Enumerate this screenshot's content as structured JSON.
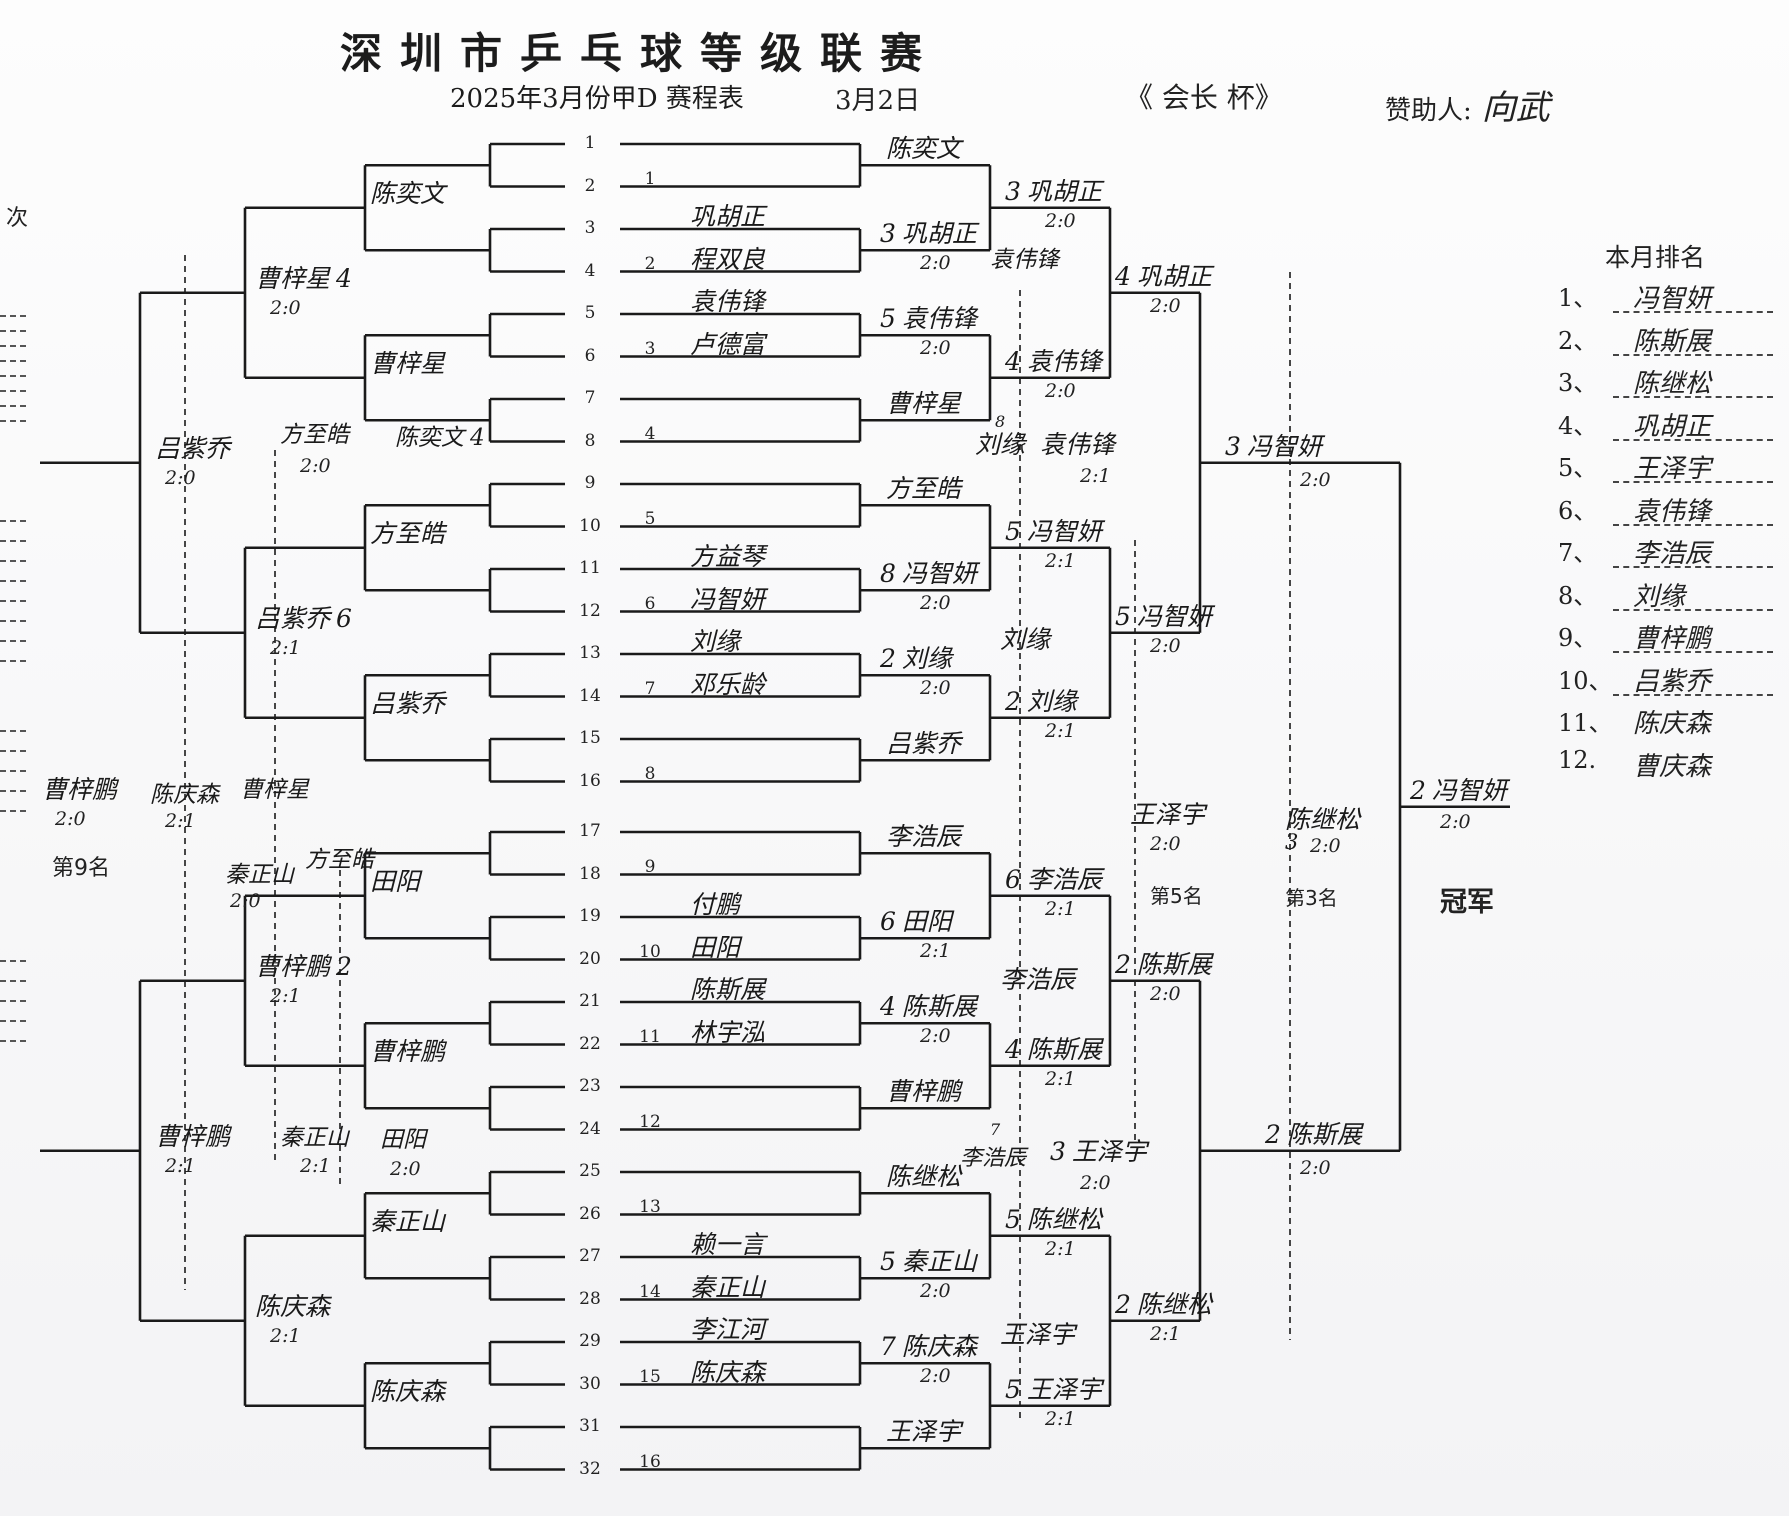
{
  "title": "深圳市乒乓球等级联赛",
  "subtitle": "2025年3月份甲D 赛程表",
  "date": "3月2日",
  "cup": "《 会长   杯》",
  "sponsor_label": "赞助人:",
  "sponsor_name": "向武",
  "side_char": "次",
  "slot_numbers": [
    "1",
    "2",
    "3",
    "4",
    "5",
    "6",
    "7",
    "8",
    "9",
    "10",
    "11",
    "12",
    "13",
    "14",
    "15",
    "16",
    "17",
    "18",
    "19",
    "20",
    "21",
    "22",
    "23",
    "24",
    "25",
    "26",
    "27",
    "28",
    "29",
    "30",
    "31",
    "32"
  ],
  "seeds": [
    "1",
    "2",
    "3",
    "4",
    "5",
    "6",
    "7",
    "8",
    "9",
    "10",
    "11",
    "12",
    "13",
    "14",
    "15",
    "16"
  ],
  "entrants": {
    "slot3": "巩胡正",
    "slot4": "程双良",
    "slot5": "袁伟锋",
    "slot6": "卢德富",
    "slot11": "方益琴",
    "slot12": "冯智妍",
    "slot13": "刘缘",
    "slot14": "邓乐龄",
    "slot19": "付鹏",
    "slot20": "田阳",
    "slot21": "陈斯展",
    "slot22": "林宇泓",
    "slot27": "赖一言",
    "slot28": "秦正山",
    "slot29": "李江河",
    "slot30": "陈庆森"
  },
  "right_bracket": {
    "r1": [
      {
        "name": "陈奕文",
        "seed": ""
      },
      {
        "name": "巩胡正",
        "seed": "3",
        "score": "2:0"
      },
      {
        "name": "袁伟锋",
        "seed": "5",
        "score": "2:0"
      },
      {
        "name": "曹梓星",
        "seed": ""
      },
      {
        "name": "方至皓",
        "seed": ""
      },
      {
        "name": "冯智妍",
        "seed": "8",
        "score": "2:0"
      },
      {
        "name": "刘缘",
        "seed": "2",
        "score": "2:0"
      },
      {
        "name": "吕紫乔",
        "seed": ""
      },
      {
        "name": "李浩辰",
        "seed": ""
      },
      {
        "name": "田阳",
        "seed": "6",
        "score": "2:1"
      },
      {
        "name": "陈斯展",
        "seed": "4",
        "score": "2:0"
      },
      {
        "name": "曹梓鹏",
        "seed": ""
      },
      {
        "name": "陈继松",
        "seed": ""
      },
      {
        "name": "秦正山",
        "seed": "5",
        "score": "2:0"
      },
      {
        "name": "陈庆森",
        "seed": "7",
        "score": "2:0"
      },
      {
        "name": "王泽宇",
        "seed": ""
      }
    ],
    "r2": [
      {
        "name": "巩胡正",
        "seed": "3",
        "score": "2:0"
      },
      {
        "name": "袁伟锋",
        "seed": "4",
        "score": "2:0"
      },
      {
        "name": "冯智妍",
        "seed": "5",
        "score": "2:1"
      },
      {
        "name": "刘缘",
        "seed": "2",
        "score": "2:1"
      },
      {
        "name": "李浩辰",
        "seed": "6",
        "score": "2:1"
      },
      {
        "name": "陈斯展",
        "seed": "4",
        "score": "2:1"
      },
      {
        "name": "陈继松",
        "seed": "5",
        "score": "2:1"
      },
      {
        "name": "王泽宇",
        "seed": "5",
        "score": "2:1"
      }
    ],
    "r3": [
      {
        "name": "巩胡正",
        "seed": "4",
        "score": "2:0"
      },
      {
        "name": "冯智妍",
        "seed": "5",
        "score": "2:0"
      },
      {
        "name": "陈斯展",
        "seed": "2",
        "score": "2:0"
      },
      {
        "name": "陈继松",
        "seed": "2",
        "score": "2:1"
      }
    ],
    "r4": [
      {
        "name": "冯智妍",
        "seed": "3",
        "score": "2:0"
      },
      {
        "name": "陈斯展",
        "seed": "2",
        "score": "2:0"
      }
    ],
    "final": {
      "name": "冯智妍",
      "seed": "2",
      "score": "2:0"
    },
    "champion_label": "冠军",
    "sf_losers": [
      {
        "name": "陈继松",
        "seed": "3",
        "score": "2:0"
      }
    ],
    "third_label": "第3名",
    "qf_losers": [
      {
        "name": "袁伟锋",
        "score": "2:1"
      },
      {
        "name": "王泽宇",
        "score": "2:0"
      }
    ],
    "fifth_label": "第5名",
    "r2_losers": [
      {
        "name": "袁伟锋",
        "mark": ""
      },
      {
        "name": "刘缘",
        "mark": "8"
      },
      {
        "name": "刘缘",
        "mark": ""
      },
      {
        "name": "李浩辰",
        "mark": ""
      },
      {
        "name": "李浩辰",
        "mark": "7"
      },
      {
        "name": "王泽宇",
        "mark": ""
      }
    ],
    "extra": [
      {
        "name": "王泽宇",
        "seed": "3",
        "score": "2:0"
      },
      {
        "name": "曹梓星",
        "seed": "",
        "score": ""
      }
    ]
  },
  "left_bracket": {
    "r1": [
      {
        "name": "陈奕文",
        "seed": ""
      },
      {
        "name": "曹梓星",
        "seed": ""
      },
      {
        "name": "方至皓",
        "seed": ""
      },
      {
        "name": "吕紫乔",
        "seed": ""
      },
      {
        "name": "田阳",
        "seed": ""
      },
      {
        "name": "曹梓鹏",
        "seed": ""
      },
      {
        "name": "秦正山",
        "seed": ""
      },
      {
        "name": "陈庆森",
        "seed": ""
      }
    ],
    "r2": [
      {
        "name": "曹梓星",
        "seed": "4",
        "score": "2:0"
      },
      {
        "name": "吕紫乔",
        "seed": "6",
        "score": "2:1"
      },
      {
        "name": "曹梓鹏",
        "seed": "2",
        "score": "2:1"
      },
      {
        "name": "陈庆森",
        "seed": "",
        "score": "2:1"
      }
    ],
    "r3": [
      {
        "name": "吕紫乔",
        "score": "2:0"
      },
      {
        "name": "曹梓鹏",
        "score": "2:1"
      }
    ],
    "ninth": {
      "name": "曹梓鹏",
      "score": "2:0"
    },
    "ninth_label": "第9名",
    "consolation": [
      {
        "name": "方至皓",
        "score": "2:0"
      },
      {
        "name": "陈奕文",
        "seed": "4"
      },
      {
        "name": "陈庆森",
        "score": "2:1"
      },
      {
        "name": "曹梓星",
        "score": ""
      },
      {
        "name": "秦正山",
        "score": "2:0"
      },
      {
        "name": "方至皓",
        "score": ""
      },
      {
        "name": "秦正山",
        "score": "2:1"
      },
      {
        "name": "田阳",
        "score": "2:0"
      }
    ]
  },
  "ranking": {
    "title": "本月排名",
    "rows": [
      {
        "num": "1、",
        "name": "冯智妍"
      },
      {
        "num": "2、",
        "name": "陈斯展"
      },
      {
        "num": "3、",
        "name": "陈继松"
      },
      {
        "num": "4、",
        "name": "巩胡正"
      },
      {
        "num": "5、",
        "name": "王泽宇"
      },
      {
        "num": "6、",
        "name": "袁伟锋"
      },
      {
        "num": "7、",
        "name": "李浩辰"
      },
      {
        "num": "8、",
        "name": "刘缘"
      },
      {
        "num": "9、",
        "name": "曹梓鹏"
      },
      {
        "num": "10、",
        "name": "吕紫乔"
      },
      {
        "num": "11、",
        "name": "陈庆森"
      },
      {
        "num": "12.",
        "name": "曹庆森"
      }
    ]
  }
}
